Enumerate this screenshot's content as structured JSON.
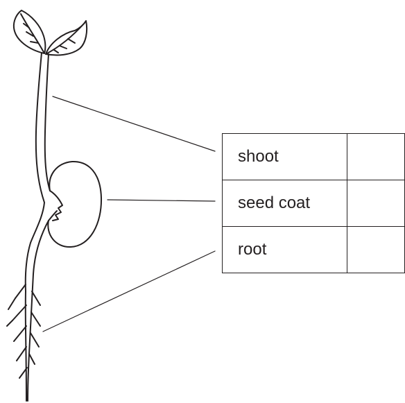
{
  "labels": [
    {
      "id": "shoot",
      "text": "shoot"
    },
    {
      "id": "seed-coat",
      "text": "seed coat"
    },
    {
      "id": "root",
      "text": "root"
    }
  ],
  "colors": {
    "ink": "#231f20",
    "background": "#ffffff"
  }
}
